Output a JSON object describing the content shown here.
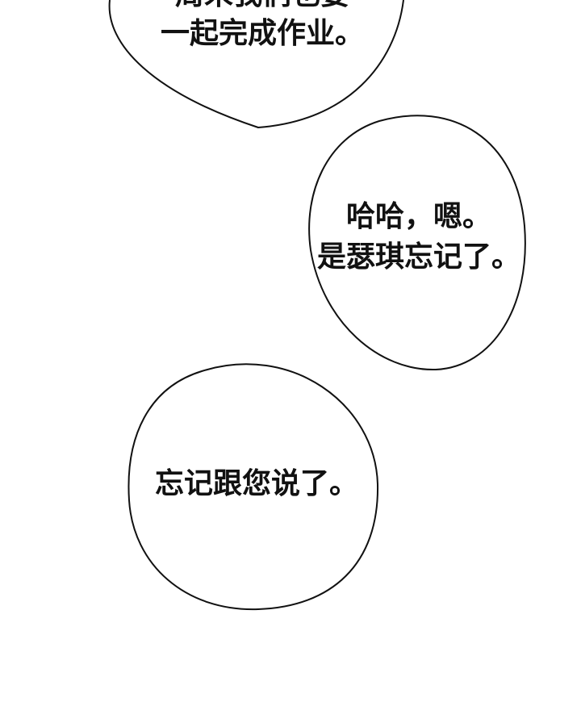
{
  "bubbles": [
    {
      "lines": [
        "周末我们也要",
        "一起完成作业。"
      ]
    },
    {
      "lines": [
        "哈哈，嗯。",
        "是瑟琪忘记了。"
      ]
    },
    {
      "lines": [
        "忘记跟您说了。"
      ]
    }
  ],
  "colors": {
    "background": "#ffffff",
    "ink": "#111111"
  }
}
